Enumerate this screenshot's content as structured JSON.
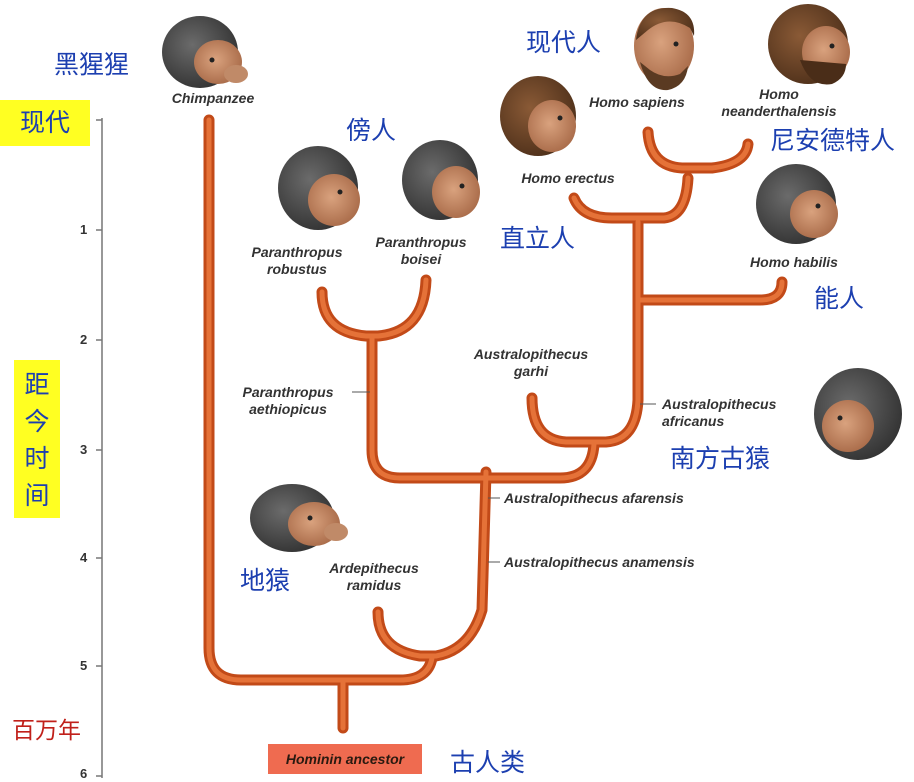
{
  "branch_color": "#e06a2e",
  "highlight_color": "#ffff22",
  "cn_label_color": "#1c3fb0",
  "time_axis": {
    "top_label": "现代",
    "vertical_label": [
      "距",
      "今",
      "时",
      "间"
    ],
    "unit_label": "百万年",
    "ticks": [
      "1",
      "2",
      "3",
      "4",
      "5",
      "6"
    ]
  },
  "species": {
    "chimpanzee": "Chimpanzee",
    "homo_sapiens": "Homo sapiens",
    "homo_neanderthalensis": [
      "Homo",
      "neanderthalensis"
    ],
    "homo_erectus": "Homo erectus",
    "homo_habilis": "Homo habilis",
    "paranthropus_robustus": [
      "Paranthropus",
      "robustus"
    ],
    "paranthropus_boisei": [
      "Paranthropus",
      "boisei"
    ],
    "paranthropus_aethiopicus": [
      "Paranthropus",
      "aethiopicus"
    ],
    "australopithecus_garhi": [
      "Australopithecus",
      "garhi"
    ],
    "australopithecus_africanus": [
      "Australopithecus",
      "africanus"
    ],
    "australopithecus_afarensis": "Australopithecus afarensis",
    "australopithecus_anamensis": "Australopithecus anamensis",
    "ardipithecus_ramidus": [
      "Ardepithecus",
      "ramidus"
    ],
    "hominin_ancestor": "Hominin ancestor"
  },
  "chinese_labels": {
    "chimpanzee": "黑猩猩",
    "modern_human": "现代人",
    "neanderthal": "尼安德特人",
    "paranthropus": "傍人",
    "homo_erectus": "直立人",
    "homo_habilis": "能人",
    "australopithecus": "南方古猿",
    "ardipithecus": "地猿",
    "ancestor": "古人类"
  },
  "icons": [
    "chimpanzee-head-icon",
    "homo-sapiens-head-icon",
    "neanderthal-head-icon",
    "homo-erectus-head-icon",
    "homo-habilis-head-icon",
    "paranthropus-robustus-head-icon",
    "paranthropus-boisei-head-icon",
    "australopithecus-head-icon",
    "ardipithecus-head-icon"
  ]
}
